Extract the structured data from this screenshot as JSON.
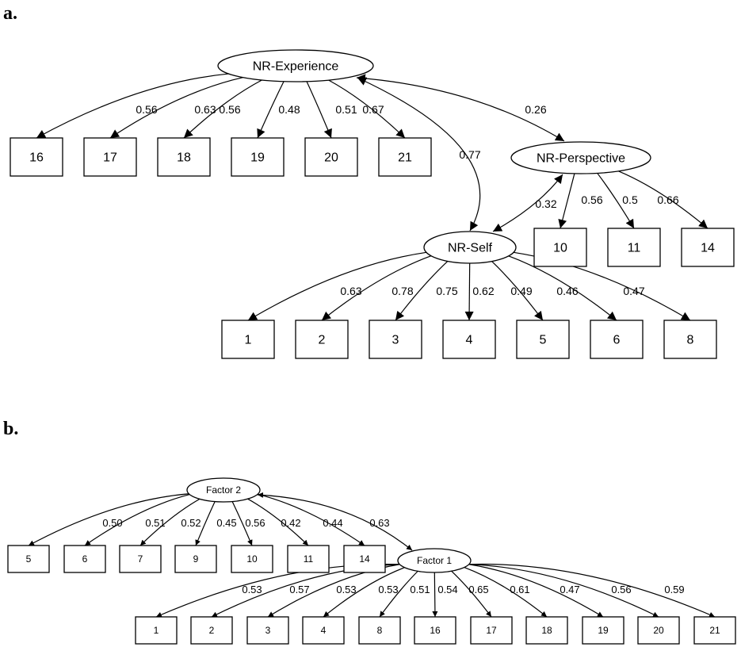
{
  "panels": [
    {
      "label": "a.",
      "latents": [
        {
          "id": "exp",
          "name": "NR-Experience"
        },
        {
          "id": "per",
          "name": "NR-Perspective"
        },
        {
          "id": "self",
          "name": "NR-Self"
        }
      ],
      "indicators": [
        {
          "id": "i16",
          "name": "16"
        },
        {
          "id": "i17",
          "name": "17"
        },
        {
          "id": "i18",
          "name": "18"
        },
        {
          "id": "i19",
          "name": "19"
        },
        {
          "id": "i20",
          "name": "20"
        },
        {
          "id": "i21",
          "name": "21"
        },
        {
          "id": "i10",
          "name": "10"
        },
        {
          "id": "i11",
          "name": "11"
        },
        {
          "id": "i14",
          "name": "14"
        },
        {
          "id": "i1",
          "name": "1"
        },
        {
          "id": "i2",
          "name": "2"
        },
        {
          "id": "i3",
          "name": "3"
        },
        {
          "id": "i4",
          "name": "4"
        },
        {
          "id": "i5",
          "name": "5"
        },
        {
          "id": "i6",
          "name": "6"
        },
        {
          "id": "i8",
          "name": "8"
        }
      ],
      "loadings": [
        {
          "from": "exp",
          "to": "i16",
          "value": "0.56"
        },
        {
          "from": "exp",
          "to": "i17",
          "value": "0.63"
        },
        {
          "from": "exp",
          "to": "i18",
          "value": "0.56"
        },
        {
          "from": "exp",
          "to": "i19",
          "value": "0.48"
        },
        {
          "from": "exp",
          "to": "i20",
          "value": "0.51"
        },
        {
          "from": "exp",
          "to": "i21",
          "value": "0.67"
        },
        {
          "from": "per",
          "to": "i10",
          "value": "0.56"
        },
        {
          "from": "per",
          "to": "i11",
          "value": "0.5"
        },
        {
          "from": "per",
          "to": "i14",
          "value": "0.66"
        },
        {
          "from": "self",
          "to": "i1",
          "value": "0.63"
        },
        {
          "from": "self",
          "to": "i2",
          "value": "0.78"
        },
        {
          "from": "self",
          "to": "i3",
          "value": "0.75"
        },
        {
          "from": "self",
          "to": "i4",
          "value": "0.62"
        },
        {
          "from": "self",
          "to": "i5",
          "value": "0.49"
        },
        {
          "from": "self",
          "to": "i6",
          "value": "0.46"
        },
        {
          "from": "self",
          "to": "i8",
          "value": "0.47"
        }
      ],
      "covariances": [
        {
          "a": "exp",
          "b": "per",
          "value": "0.26"
        },
        {
          "a": "exp",
          "b": "self",
          "value": "0.77"
        },
        {
          "a": "per",
          "b": "self",
          "value": "0.32"
        }
      ]
    },
    {
      "label": "b.",
      "latents": [
        {
          "id": "f2",
          "name": "Factor 2"
        },
        {
          "id": "f1",
          "name": "Factor 1"
        }
      ],
      "indicators": [
        {
          "id": "b5",
          "name": "5"
        },
        {
          "id": "b6",
          "name": "6"
        },
        {
          "id": "b7",
          "name": "7"
        },
        {
          "id": "b9",
          "name": "9"
        },
        {
          "id": "b10",
          "name": "10"
        },
        {
          "id": "b11",
          "name": "11"
        },
        {
          "id": "b14",
          "name": "14"
        },
        {
          "id": "c1",
          "name": "1"
        },
        {
          "id": "c2",
          "name": "2"
        },
        {
          "id": "c3",
          "name": "3"
        },
        {
          "id": "c4",
          "name": "4"
        },
        {
          "id": "c8",
          "name": "8"
        },
        {
          "id": "c16",
          "name": "16"
        },
        {
          "id": "c17",
          "name": "17"
        },
        {
          "id": "c18",
          "name": "18"
        },
        {
          "id": "c19",
          "name": "19"
        },
        {
          "id": "c20",
          "name": "20"
        },
        {
          "id": "c21",
          "name": "21"
        }
      ],
      "loadings": [
        {
          "from": "f2",
          "to": "b5",
          "value": "0.50"
        },
        {
          "from": "f2",
          "to": "b6",
          "value": "0.51"
        },
        {
          "from": "f2",
          "to": "b7",
          "value": "0.52"
        },
        {
          "from": "f2",
          "to": "b9",
          "value": "0.45"
        },
        {
          "from": "f2",
          "to": "b10",
          "value": "0.56"
        },
        {
          "from": "f2",
          "to": "b11",
          "value": "0.42"
        },
        {
          "from": "f2",
          "to": "b14",
          "value": "0.44"
        },
        {
          "from": "f1",
          "to": "c1",
          "value": "0.53"
        },
        {
          "from": "f1",
          "to": "c2",
          "value": "0.57"
        },
        {
          "from": "f1",
          "to": "c3",
          "value": "0.53"
        },
        {
          "from": "f1",
          "to": "c4",
          "value": "0.53"
        },
        {
          "from": "f1",
          "to": "c8",
          "value": "0.51"
        },
        {
          "from": "f1",
          "to": "c16",
          "value": "0.54"
        },
        {
          "from": "f1",
          "to": "c17",
          "value": "0.65"
        },
        {
          "from": "f1",
          "to": "c18",
          "value": "0.61"
        },
        {
          "from": "f1",
          "to": "c19",
          "value": "0.47"
        },
        {
          "from": "f1",
          "to": "c20",
          "value": "0.56"
        },
        {
          "from": "f1",
          "to": "c21",
          "value": "0.59"
        }
      ],
      "covariances": [
        {
          "a": "f2",
          "b": "f1",
          "value": "0.63"
        }
      ]
    }
  ]
}
